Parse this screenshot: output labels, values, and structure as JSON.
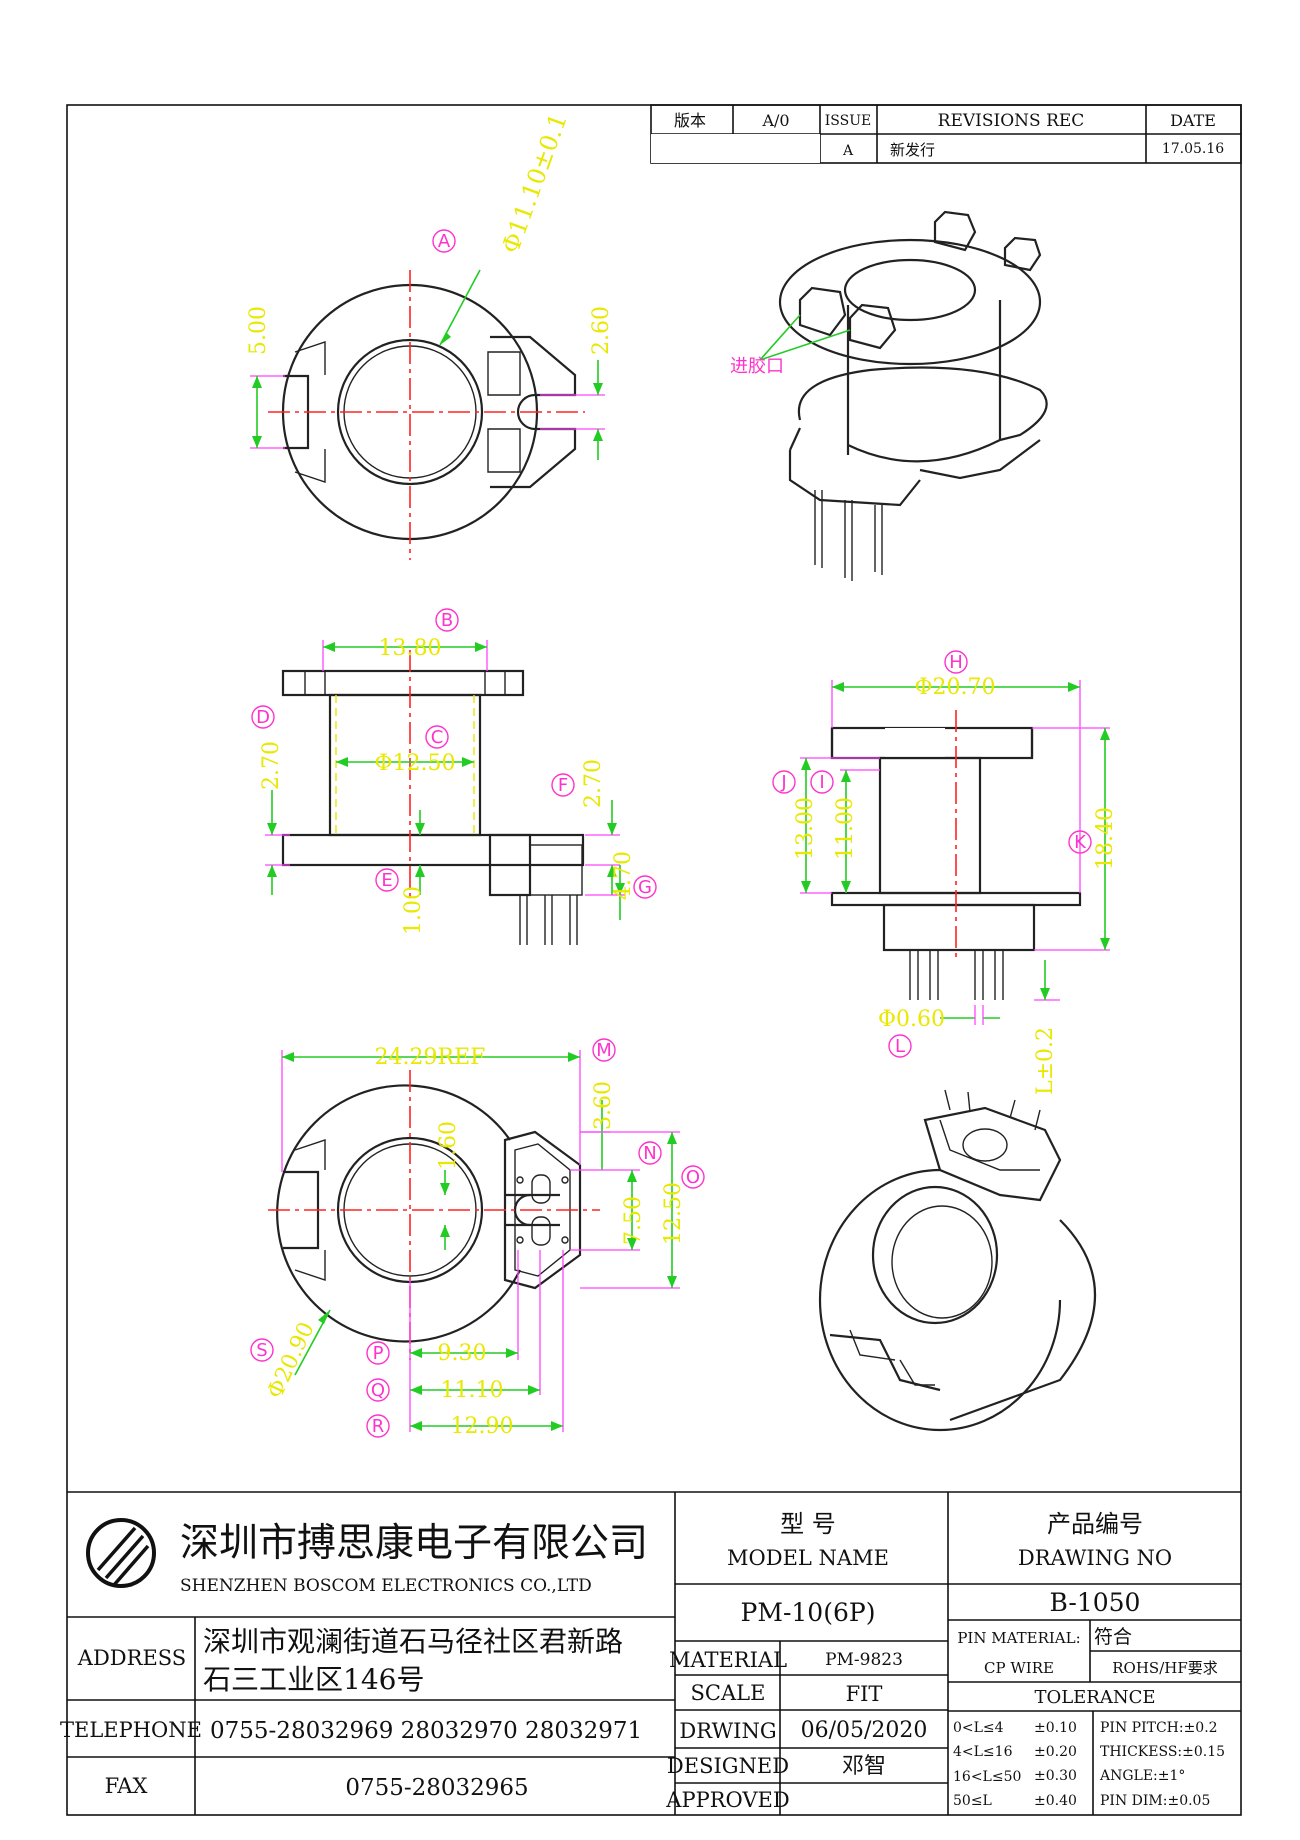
{
  "revision_block": {
    "version_label": "版本",
    "version_value": "A/0",
    "issue_label": "ISSUE",
    "revisions_label": "REVISIONS REC",
    "date_label": "DATE",
    "row_issue": "A",
    "row_desc": "新发行",
    "row_date": "17.05.16"
  },
  "drawing": {
    "dims": {
      "d_a": "Φ11.10±0.1",
      "d_5_00": "5.00",
      "d_2_60": "2.60",
      "d_13_80": "13.80",
      "d_2_70_left": "2.70",
      "d_phi_12_50": "Φ12.50",
      "d_2_70_right": "2.70",
      "d_4_70": "4.70",
      "d_1_00": "1.00",
      "d_phi_20_70": "Φ20.70",
      "d_13_00": "13.00",
      "d_11_00": "11.00",
      "d_18_40": "18.40",
      "d_phi_0_60": "Φ0.60",
      "d_l_tol": "L±0.2",
      "d_24_29": "24.29REF",
      "d_3_60": "3.60",
      "d_1_60": "1.60",
      "d_7_50": "7.50",
      "d_12_50": "12.50",
      "d_phi_20_90": "Φ20.90",
      "d_9_30": "9.30",
      "d_11_10": "11.10",
      "d_12_90": "12.90"
    },
    "labels": {
      "A": "A",
      "B": "B",
      "C": "C",
      "D": "D",
      "E": "E",
      "F": "F",
      "G": "G",
      "H": "H",
      "I": "I",
      "J": "J",
      "K": "K",
      "L": "L",
      "M": "M",
      "N": "N",
      "O": "O",
      "P": "P",
      "Q": "Q",
      "R": "R",
      "S": "S"
    },
    "gate_note": "进胶口"
  },
  "title_block": {
    "company_cn": "深圳市搏思康电子有限公司",
    "company_en": "SHENZHEN BOSCOM ELECTRONICS CO.,LTD",
    "address_label": "ADDRESS",
    "address_line1": "深圳市观澜街道石马径社区君新路",
    "address_line2": "石三工业区146号",
    "telephone_label": "TELEPHONE",
    "telephone_value": "0755-28032969 28032970 28032971",
    "fax_label": "FAX",
    "fax_value": "0755-28032965",
    "model_cn": "型    号",
    "model_en": "MODEL NAME",
    "model_value": "PM-10(6P)",
    "drawing_no_cn": "产品编号",
    "drawing_no_en": "DRAWING NO",
    "drawing_no_value": "B-1050",
    "material_label": "MATERIAL",
    "material_value": "PM-9823",
    "scale_label": "SCALE",
    "scale_value": "FIT",
    "drwing_label": "DRWING",
    "drwing_value": "06/05/2020",
    "designed_label": "DESIGNED",
    "designed_value": "邓智",
    "approved_label": "APPROVED",
    "approved_value": "",
    "pin_material_label": "PIN MATERIAL:",
    "pin_material_value": "符合",
    "cp_wire": "CP WIRE",
    "rohs": "ROHS/HF要求",
    "tolerance_label": "TOLERANCE",
    "tol1_range": "0<L≤4",
    "tol1_value": "±0.10",
    "tol2_range": "4<L≤16",
    "tol2_value": "±0.20",
    "tol3_range": "16<L≤50",
    "tol3_value": "±0.30",
    "tol4_range": "50≤L",
    "tol4_value": "±0.40",
    "pin_pitch": "PIN PITCH:±0.2",
    "thickess": "THICKESS:±0.15",
    "angle": "ANGLE:±1°",
    "pin_dim": "PIN DIM:±0.05"
  }
}
